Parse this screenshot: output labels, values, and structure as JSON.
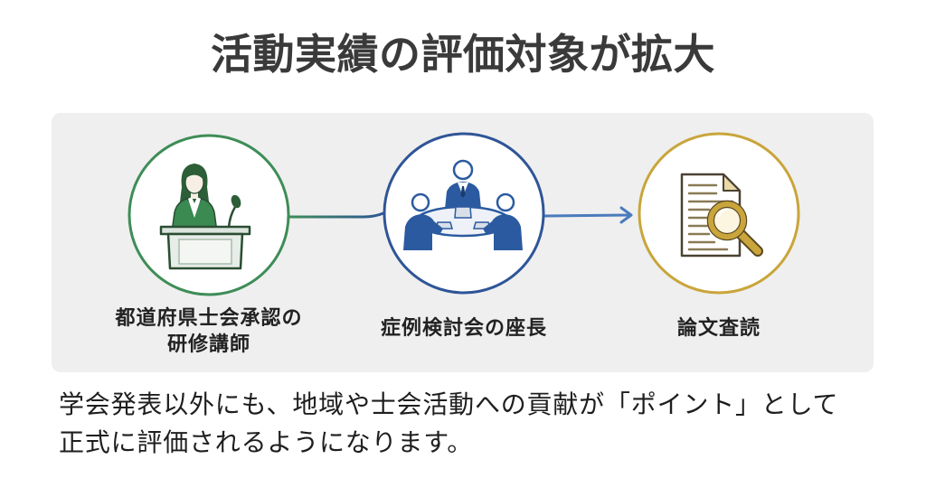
{
  "title": "活動実績の評価対象が拡大",
  "colors": {
    "panel": "#efefef",
    "arrow": "#4a7bbd"
  },
  "items": [
    {
      "label_lines": [
        "都道府県士会承認の",
        "研修講師"
      ],
      "color": "#3e8d57",
      "icon": "speaker-at-podium-icon"
    },
    {
      "label_lines": [
        "症例検討会の座長"
      ],
      "color": "#2f5597",
      "icon": "meeting-table-icon"
    },
    {
      "label_lines": [
        "論文査読"
      ],
      "color": "#c9a53b",
      "icon": "document-magnifier-icon"
    }
  ],
  "description_lines": [
    "学会発表以外にも、地域や士会活動への貢献が「ポイント」として",
    "正式に評価されるようになります。"
  ]
}
